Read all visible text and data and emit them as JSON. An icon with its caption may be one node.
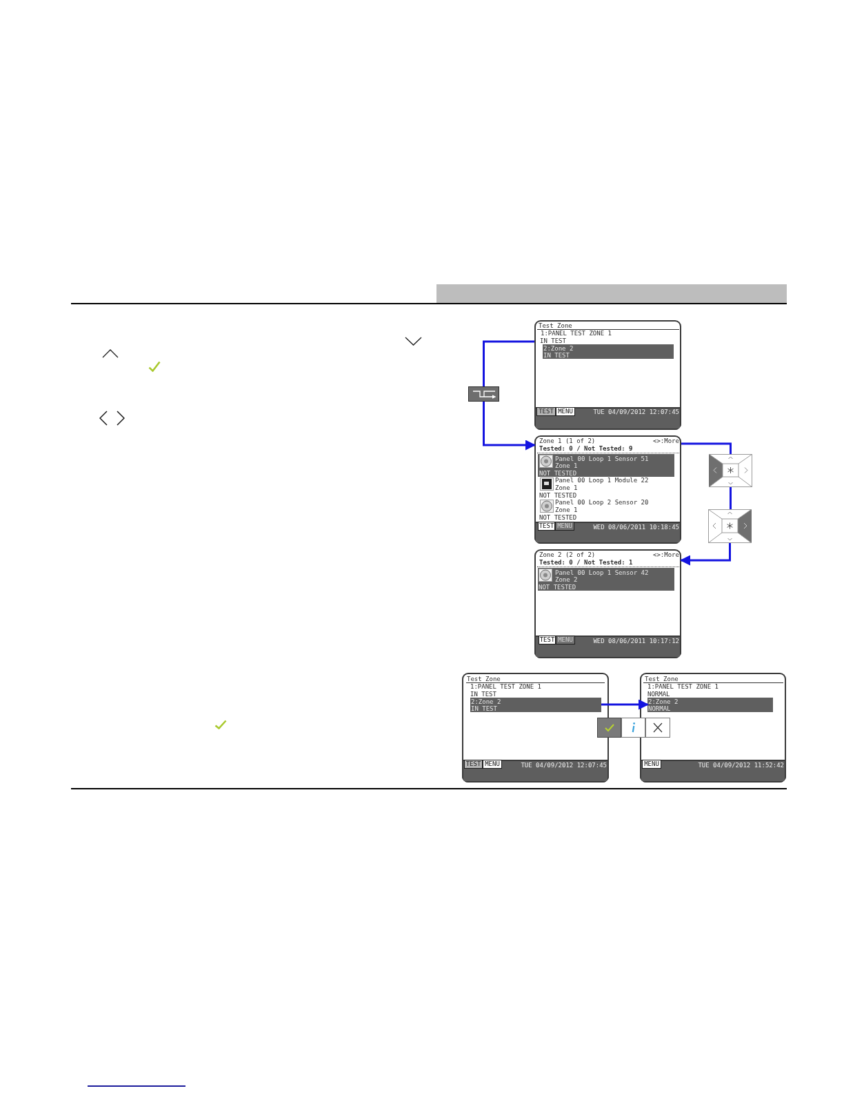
{
  "diagram": {
    "nodes": [
      {
        "text": [
          "Test Zone",
          "1:PANEL TEST ZONE 1",
          "IN TEST",
          "TEST",
          "MENU",
          "TUE 04/09/2012 12:07:45"
        ]
      },
      {
        "text": [
          "2:Zone 2",
          "IN TEST"
        ],
        "in": 0
      },
      {
        "text": [],
        "shape": "box"
      },
      {
        "text": [
          "Zone 1 (1 of 2)",
          "<>:More",
          "Tested: 0 / Not Tested: 9",
          "Panel 00 Loop 1 Module 22",
          "Zone 1",
          "NOT TESTED",
          "Panel 00 Loop 2 Sensor 20",
          "Zone 1",
          "NOT TESTED",
          "TEST",
          "MENU",
          "WED 08/06/2011 10:18:45"
        ]
      },
      {
        "text": [
          "Panel 00 Loop 1 Sensor 51",
          "Zone 1",
          "NOT TESTED"
        ],
        "in": 3
      },
      {
        "text": [],
        "shape": "picture"
      },
      {
        "text": [],
        "shape": "picture"
      },
      {
        "text": [
          "Zone 2 (2 of 2)",
          "<>:More",
          "Tested: 0 / Not Tested: 1",
          "TEST",
          "MENU",
          "WED 08/06/2011 10:17:12"
        ]
      },
      {
        "text": [
          "Panel 00 Loop 1 Sensor 42",
          "Zone 2",
          "NOT TESTED"
        ],
        "in": 7
      },
      {
        "text": [
          "Test Zone",
          "1:PANEL TEST ZONE 1",
          "IN TEST",
          "TEST",
          "MENU",
          "TUE 04/09/2012 12:07:45"
        ]
      },
      {
        "text": [
          "2:Zone 2",
          "IN TEST"
        ],
        "in": 9
      },
      {
        "text": [
          "Test Zone",
          "1:PANEL TEST ZONE 1",
          "NORMAL",
          "MENU",
          "TUE 04/09/2012 11:52:42"
        ]
      },
      {
        "text": [
          "2:Zone 2",
          "NORMAL"
        ],
        "in": 11
      }
    ],
    "edges": [
      {
        "from": 0,
        "to": 2,
        "arrow": "none"
      },
      {
        "from": 2,
        "to": 3,
        "arrow": "to"
      },
      {
        "from": 3,
        "to": 5,
        "arrow": "none"
      },
      {
        "from": 5,
        "to": 6,
        "arrow": "none"
      },
      {
        "from": 6,
        "to": 7,
        "arrow": "to"
      },
      {
        "from": 10,
        "to": 12,
        "arrow": "to"
      }
    ]
  }
}
